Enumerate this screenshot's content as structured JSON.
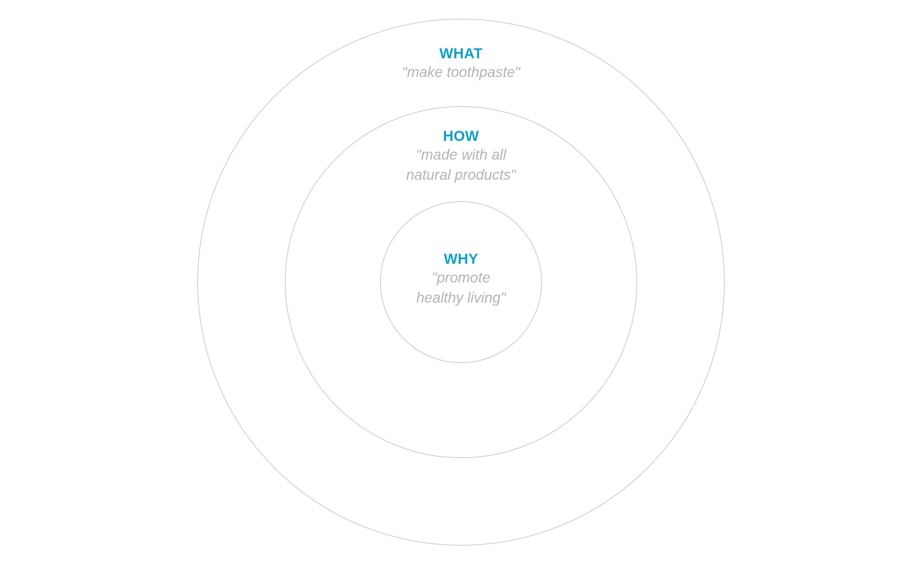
{
  "diagram": {
    "type": "concentric-circles",
    "colors": {
      "heading": "#0fa0c4",
      "quote": "#b3b3b3",
      "circle_stroke": "#c9c5b8"
    },
    "rings": [
      {
        "heading": "WHAT",
        "quote_lines": [
          "\"make toothpaste\""
        ]
      },
      {
        "heading": "HOW",
        "quote_lines": [
          "\"made with all",
          "natural products\""
        ]
      },
      {
        "heading": "WHY",
        "quote_lines": [
          "\"promote",
          "healthy living\""
        ]
      }
    ]
  }
}
